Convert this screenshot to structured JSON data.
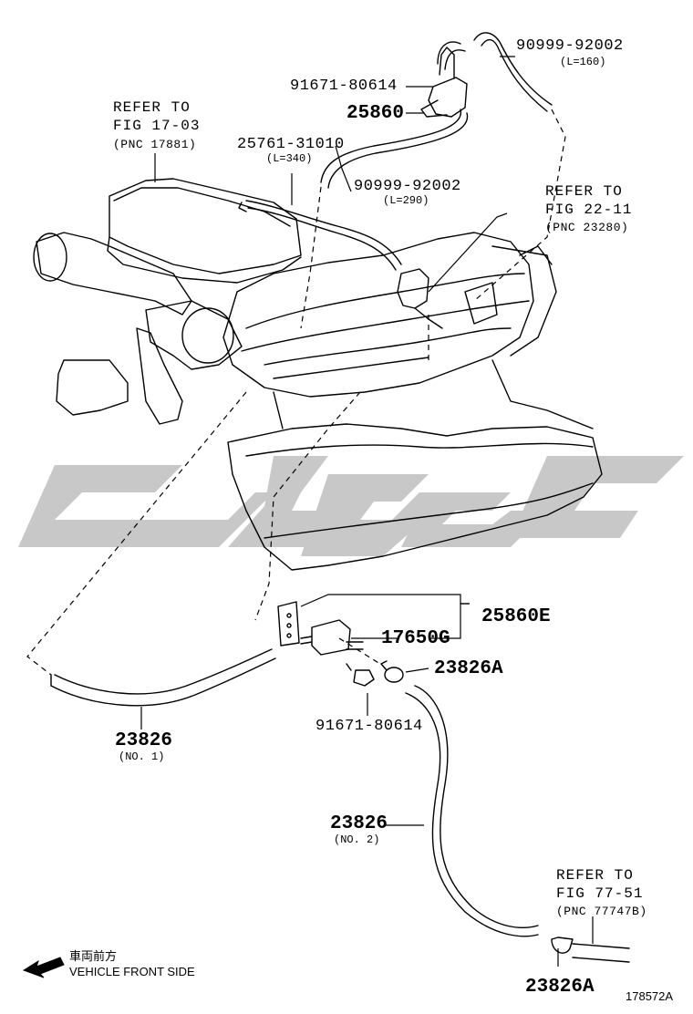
{
  "parts": {
    "hose_top": {
      "number": "90999-92002",
      "length": "(L=160)"
    },
    "bolt_top": {
      "number": "91671-80614"
    },
    "vsv_top": {
      "number": "25860"
    },
    "hose_mid": {
      "number": "90999-92002",
      "length": "(L=290)"
    },
    "hose_left": {
      "number": "25761-31010",
      "length": "(L=340)"
    },
    "assy_vsv": {
      "number": "25860E"
    },
    "filter": {
      "number": "17650G"
    },
    "clamp_mid": {
      "number": "23826A"
    },
    "bolt_bottom": {
      "number": "91671-80614"
    },
    "hose_no1": {
      "number": "23826",
      "note": "(NO. 1)"
    },
    "hose_no2": {
      "number": "23826",
      "note": "(NO. 2)"
    },
    "clamp_bottom": {
      "number": "23826A"
    }
  },
  "refs": {
    "ref1": {
      "line1": "REFER TO",
      "line2": "FIG 17-03",
      "line3": "(PNC 17881)"
    },
    "ref2": {
      "line1": "REFER TO",
      "line2": "FIG 22-11",
      "line3": "(PNC 23280)"
    },
    "ref3": {
      "line1": "REFER TO",
      "line2": "FIG 77-51",
      "line3": "(PNC 77747B)"
    }
  },
  "direction": {
    "jp": "車両前方",
    "en": "VEHICLE FRONT SIDE",
    "icon": "arrow-icon"
  },
  "figure_number": "178572A",
  "colors": {
    "line": "#000000",
    "watermark": "#c8c8c8"
  }
}
